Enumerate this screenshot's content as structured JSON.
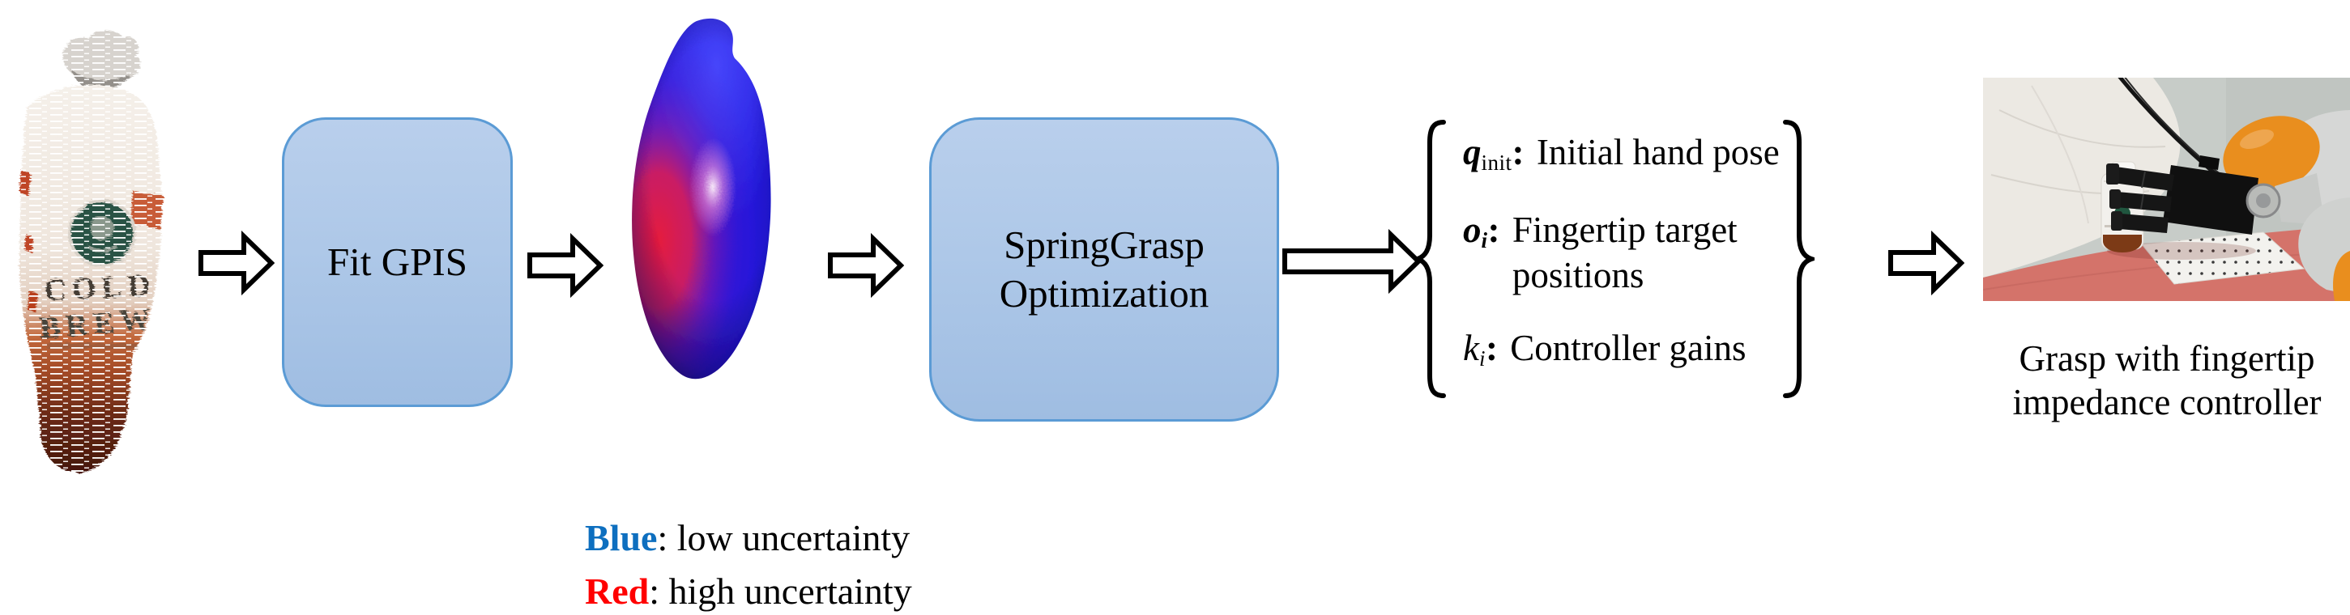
{
  "boxes": {
    "fit_gpis": "Fit GPIS",
    "springgrasp": "SpringGrasp Optimization"
  },
  "pointcloud": {
    "label_line1": "COLD",
    "label_line2": "BREW"
  },
  "outputs": {
    "colon": ":",
    "items": [
      {
        "sym": "q",
        "sub": "init",
        "desc": "Initial hand pose"
      },
      {
        "sym": "o",
        "sub": "i",
        "desc": "Fingertip target positions"
      },
      {
        "sym": "k",
        "sub": "i",
        "desc": "Controller gains"
      }
    ]
  },
  "legend": {
    "blue_term": "Blue",
    "blue_desc": ": low uncertainty",
    "red_term": "Red",
    "red_desc": ": high uncertainty"
  },
  "photo_caption": "Grasp with fingertip impedance controller",
  "colors": {
    "box_fill_top": "#b9cfec",
    "box_fill_bottom": "#9fbde2",
    "box_border": "#5b9bd5",
    "legend_blue": "#0e6fbf",
    "legend_red": "#ff0000",
    "uncertainty_low_blue": "#2318dc",
    "uncertainty_high_red": "#e8243f",
    "arrow_outline": "#000000"
  }
}
